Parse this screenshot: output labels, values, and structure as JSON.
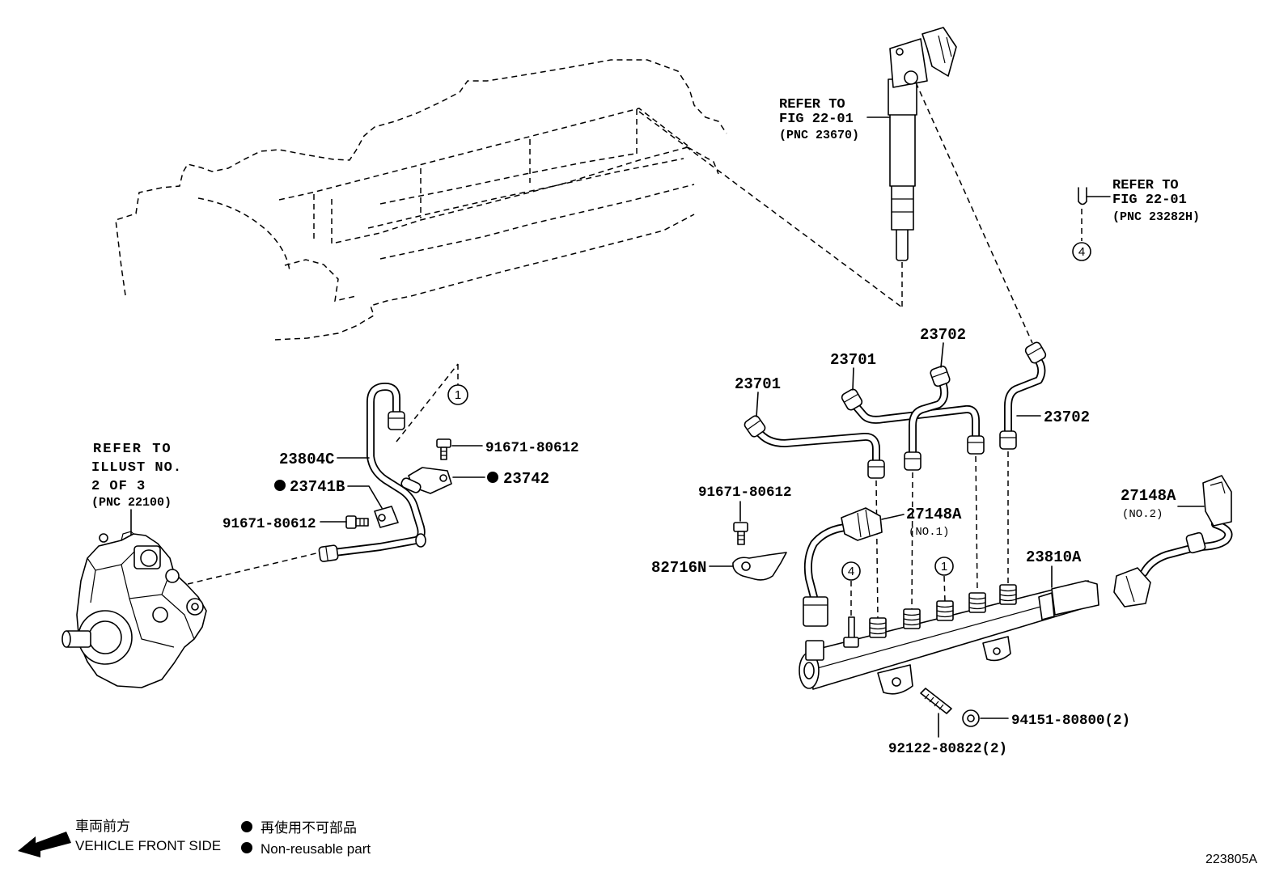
{
  "references": {
    "injector": {
      "line1": "REFER TO",
      "line2": "FIG 22-01",
      "line3": "(PNC 23670)"
    },
    "plug": {
      "line1": "REFER TO",
      "line2": "FIG 22-01",
      "line3": "(PNC 23282H)"
    },
    "pump": {
      "line1": "REFER TO",
      "line2": "ILLUST NO.",
      "line3": "2 OF 3",
      "line4": "(PNC 22100)"
    }
  },
  "markers": {
    "top_right": "4",
    "pipe_left": "1",
    "rail_stud": "4",
    "rail_port": "1"
  },
  "callouts": {
    "pipe_23702_upper": {
      "number": "23702"
    },
    "pipe_23701_middle": {
      "number": "23701"
    },
    "pipe_23701_left": {
      "number": "23701"
    },
    "pipe_23702_right": {
      "number": "23702"
    },
    "pipe_23804c": {
      "number": "23804C"
    },
    "bolt_upper": {
      "number": "91671-80612"
    },
    "bracket": {
      "number": "23742",
      "non_reusable": true
    },
    "clamp": {
      "number": "23741B",
      "non_reusable": true
    },
    "bolt_lower": {
      "number": "91671-80612"
    },
    "bolt_right": {
      "number": "91671-80612"
    },
    "sensor_no1": {
      "number": "27148A",
      "sub": "(NO.1)"
    },
    "protector": {
      "number": "82716N"
    },
    "rail": {
      "number": "23810A"
    },
    "sensor_no2": {
      "number": "27148A",
      "sub": "(NO.2)"
    },
    "nut": {
      "number": "94151-80800(2)"
    },
    "stud": {
      "number": "92122-80822(2)"
    }
  },
  "legend": {
    "front_jp": "車両前方",
    "front_en": "VEHICLE FRONT SIDE",
    "nonreusable_jp": "再使用不可部品",
    "nonreusable_en": "Non-reusable part"
  },
  "figure_id": "223805A"
}
